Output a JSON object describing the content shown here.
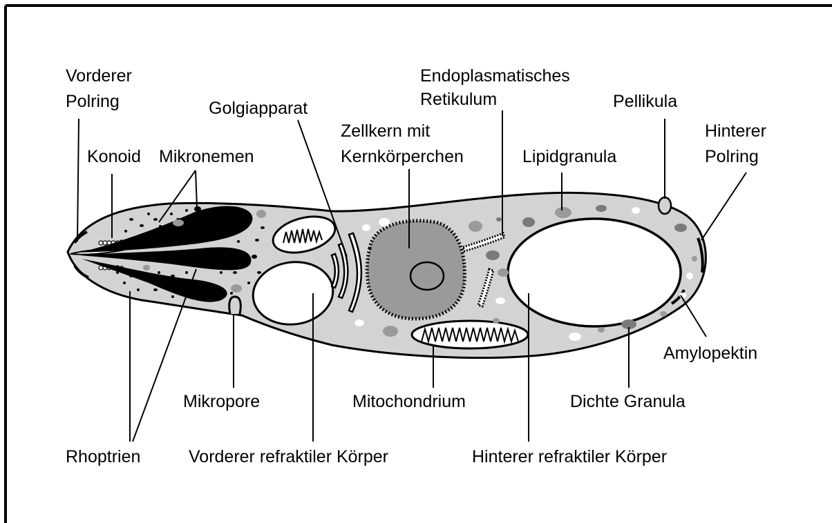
{
  "diagram": {
    "labels": {
      "vorderer_polring": [
        "Vorderer",
        "Polring"
      ],
      "golgiapparat": "Golgiapparat",
      "endoplasmatisches_retikulum": [
        "Endoplasmatisches",
        "Retikulum"
      ],
      "pellikula": "Pellikula",
      "hinterer_polring": [
        "Hinterer",
        "Polring"
      ],
      "konoid": "Konoid",
      "mikronemen": "Mikronemen",
      "zellkern": [
        "Zellkern mit",
        "Kernkörperchen"
      ],
      "lipidgranula": "Lipidgranula",
      "amylopektin": "Amylopektin",
      "mikropore": "Mikropore",
      "mitochondrium": "Mitochondrium",
      "dichte_granula": "Dichte Granula",
      "rhoptrien": "Rhoptrien",
      "vorderer_refraktiler_koerper": "Vorderer refraktiler Körper",
      "hinterer_refraktiler_koerper": "Hinterer refraktiler Körper"
    },
    "colors": {
      "cytoplasm": "#d3d3d3",
      "nucleus": "#9a9a9a",
      "dense_granule": "#7a7a7a",
      "granule_light": "#a8a8a8",
      "rhoptry": "#000000",
      "refractile_body": "#ffffff",
      "outline": "#000000"
    }
  }
}
